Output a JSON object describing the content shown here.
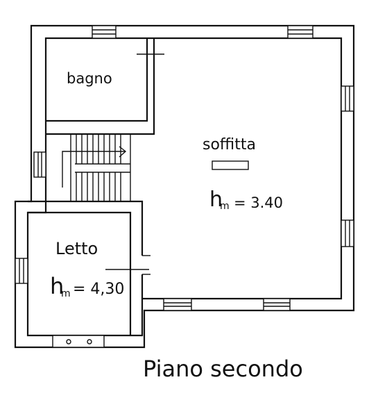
{
  "rooms": {
    "bagno": {
      "label": "bagno"
    },
    "soffitta": {
      "label": "soffitta",
      "height": "h",
      "height_sub": "m",
      "height_value": "= 3.40"
    },
    "letto": {
      "label": "Letto",
      "height": "h",
      "height_sub": "m",
      "height_value": "= 4,30"
    }
  },
  "floor_title": "Piano secondo",
  "colors": {
    "line": "#111111",
    "paper": "#ffffff"
  }
}
